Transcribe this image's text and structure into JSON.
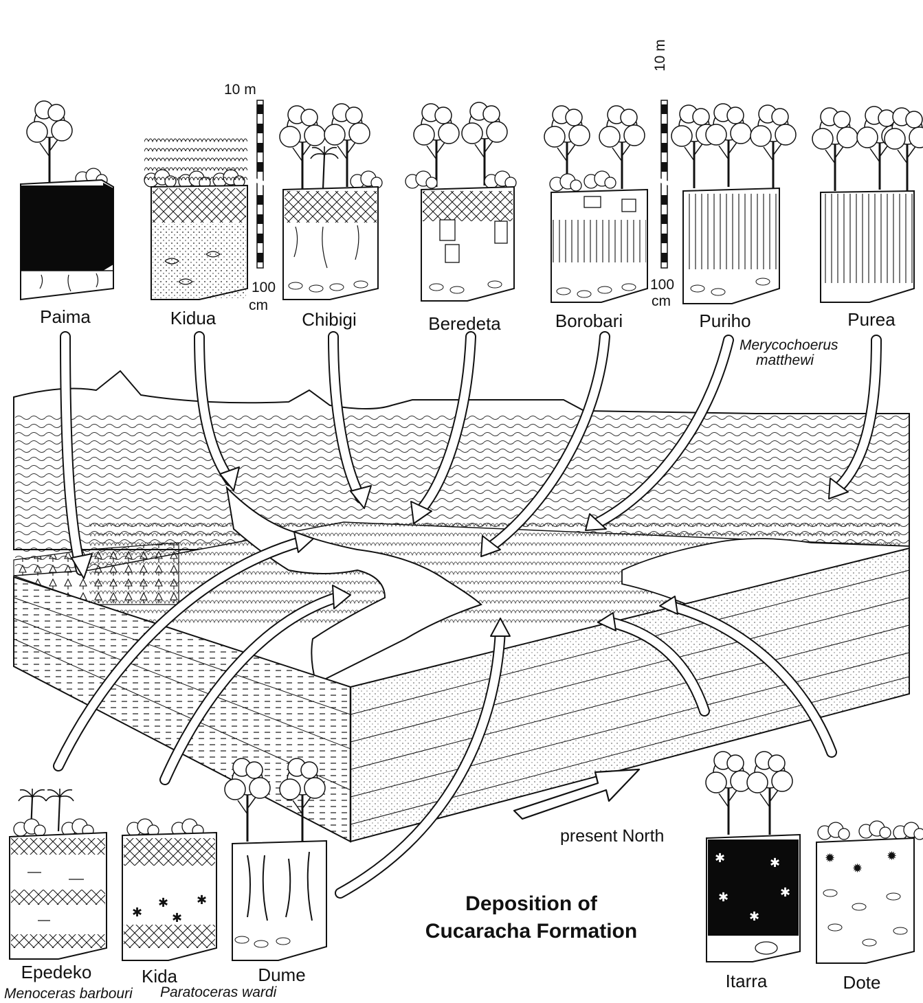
{
  "figure": {
    "title_line1": "Deposition of",
    "title_line2": "Cucaracha Formation",
    "north_label": "present North"
  },
  "scale_bars": [
    {
      "top": "10 m",
      "bottom_value": "100",
      "bottom_unit": "cm"
    },
    {
      "top": "10 m",
      "bottom_value": "100",
      "bottom_unit": "cm"
    }
  ],
  "top_profiles": [
    {
      "name": "Paima"
    },
    {
      "name": "Kidua"
    },
    {
      "name": "Chibigi"
    },
    {
      "name": "Beredeta"
    },
    {
      "name": "Borobari"
    },
    {
      "name": "Puriho",
      "species_line1": "Merycochoerus",
      "species_line2": "matthewi"
    },
    {
      "name": "Purea"
    }
  ],
  "bottom_profiles": [
    {
      "name": "Epedeko",
      "species": "Menoceras barbouri"
    },
    {
      "name": "Kida",
      "species": "Paratoceras wardi"
    },
    {
      "name": "Dume"
    },
    {
      "name": "Itarra"
    },
    {
      "name": "Dote"
    }
  ],
  "colors": {
    "ink": "#111111",
    "paper": "#ffffff",
    "dark_soil": "#0a0a0a"
  }
}
